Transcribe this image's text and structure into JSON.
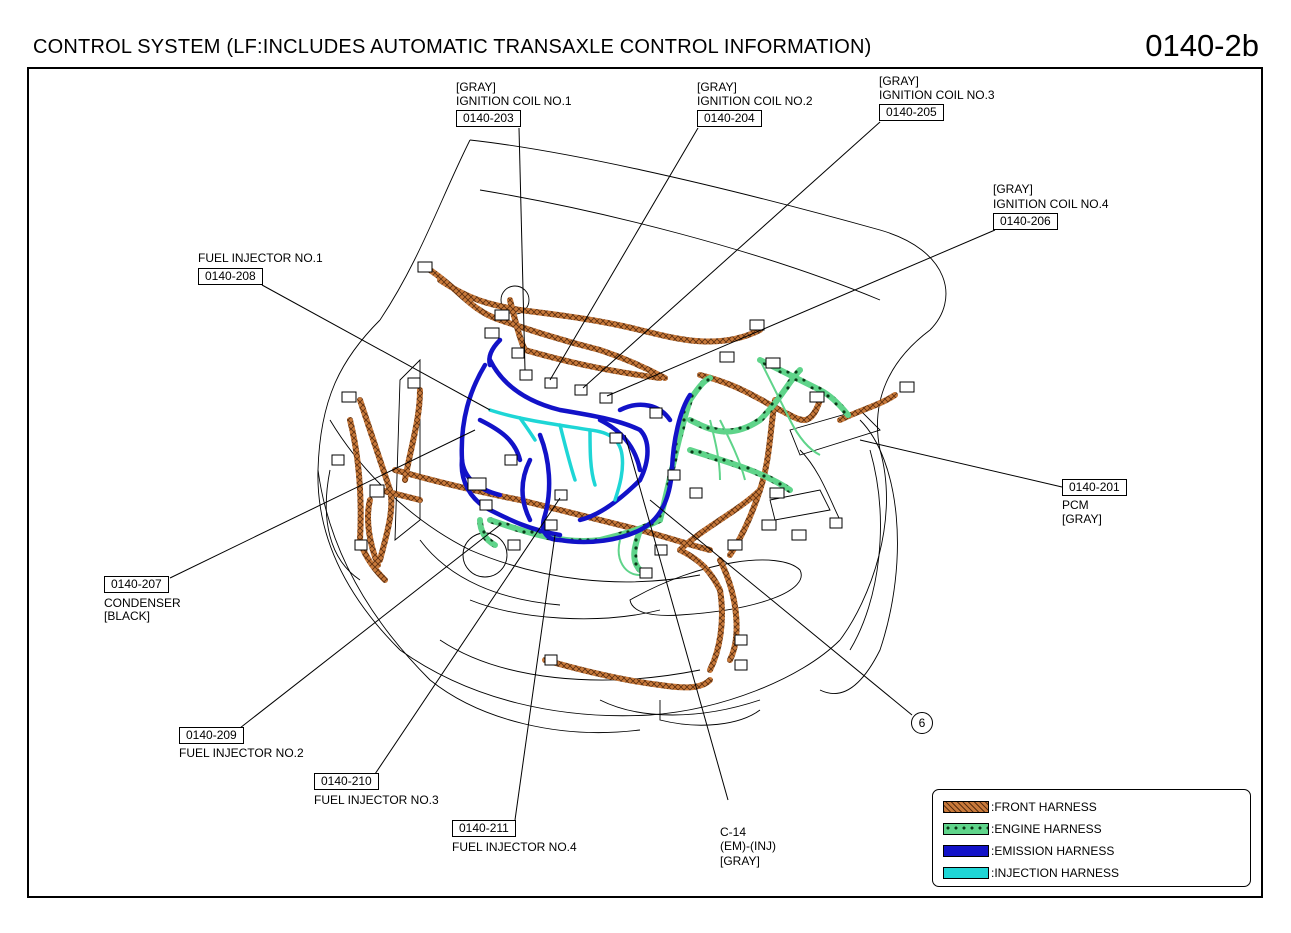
{
  "header": {
    "title": "CONTROL SYSTEM (LF:INCLUDES AUTOMATIC TRANSAXLE CONTROL INFORMATION)",
    "page_number": "0140-2b"
  },
  "connectors": {
    "ign1": {
      "color": "[GRAY]",
      "name": "IGNITION COIL NO.1",
      "code": "0140-203"
    },
    "ign2": {
      "color": "[GRAY]",
      "name": "IGNITION COIL NO.2",
      "code": "0140-204"
    },
    "ign3": {
      "color": "[GRAY]",
      "name": "IGNITION COIL NO.3",
      "code": "0140-205"
    },
    "ign4": {
      "color": "[GRAY]",
      "name": "IGNITION COIL NO.4",
      "code": "0140-206"
    },
    "inj1": {
      "name": "FUEL INJECTOR NO.1",
      "code": "0140-208"
    },
    "pcm": {
      "code": "0140-201",
      "name": "PCM",
      "color": "[GRAY]"
    },
    "condenser": {
      "code": "0140-207",
      "name": "CONDENSER",
      "color": "[BLACK]"
    },
    "inj2": {
      "code": "0140-209",
      "name": "FUEL INJECTOR NO.2"
    },
    "inj3": {
      "code": "0140-210",
      "name": "FUEL INJECTOR NO.3"
    },
    "inj4": {
      "code": "0140-211",
      "name": "FUEL INJECTOR NO.4"
    },
    "c14": {
      "code": "C-14",
      "name": "(EM)-(INJ)",
      "color": "[GRAY]"
    }
  },
  "callout": "6",
  "legend": {
    "front": {
      "label": ":FRONT HARNESS",
      "color": "#c8793a"
    },
    "engine": {
      "label": ":ENGINE HARNESS",
      "color": "#5fd48a"
    },
    "emission": {
      "label": ":EMISSION HARNESS",
      "color": "#1212c8"
    },
    "injection": {
      "label": ":INJECTION HARNESS",
      "color": "#1ed6d6"
    }
  }
}
